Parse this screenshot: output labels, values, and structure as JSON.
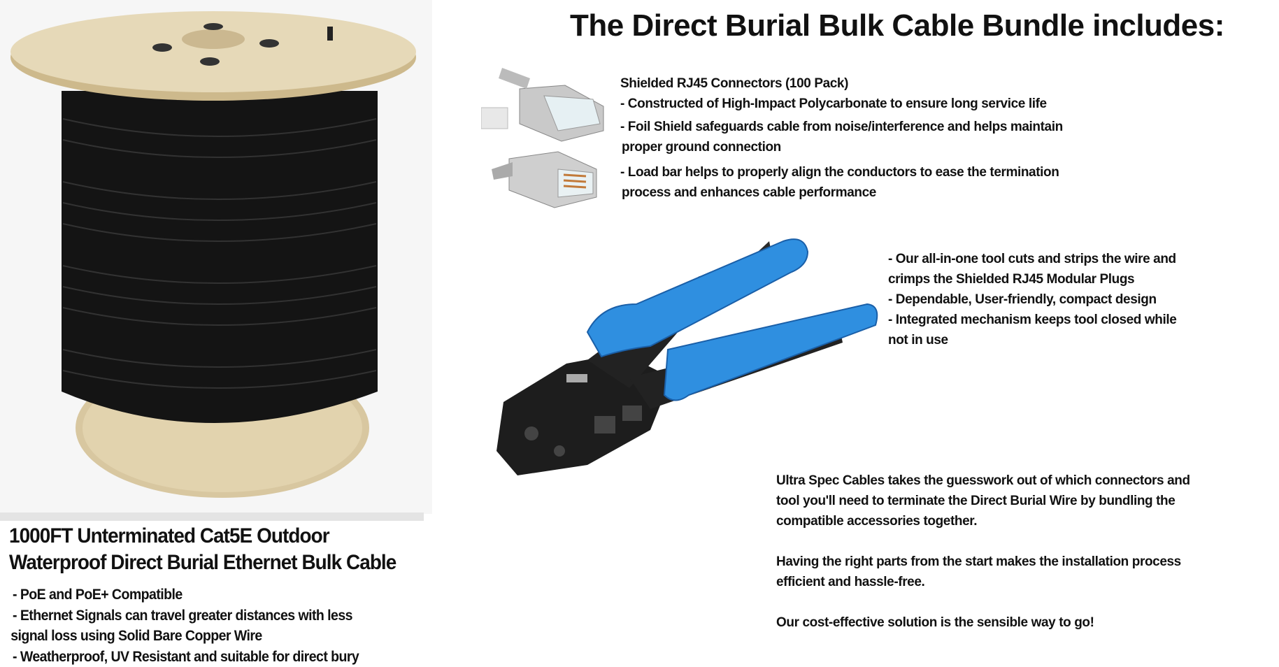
{
  "main_title": "The Direct Burial Bulk Cable Bundle includes:",
  "cable": {
    "title_lines": [
      "1000FT Unterminated Cat5E Outdoor",
      "Waterproof Direct Burial Ethernet Bulk Cable"
    ],
    "bullets": [
      "- PoE and PoE+ Compatible",
      "- Ethernet Signals can travel greater distances with less",
      "signal loss using Solid Bare Copper Wire",
      "- Weatherproof, UV Resistant and suitable for direct bury"
    ]
  },
  "connectors": {
    "heading": "Shielded RJ45 Connectors (100 Pack)",
    "lines": [
      "- Constructed of High-Impact Polycarbonate to ensure long service life",
      "- Foil Shield safeguards cable from noise/interference and helps maintain",
      "proper ground connection",
      "- Load bar helps to properly align the conductors to ease the termination",
      "process and enhances cable performance"
    ]
  },
  "tool": {
    "lines": [
      "- Our all-in-one tool cuts and strips the wire and",
      "crimps the Shielded RJ45 Modular Plugs",
      "- Dependable, User-friendly, compact design",
      "- Integrated mechanism keeps tool closed while",
      "not in use"
    ]
  },
  "summary": {
    "paragraph1": [
      "Ultra Spec Cables takes the guesswork out of which connectors and",
      "tool you'll need to terminate the Direct Burial Wire by bundling the",
      "compatible accessories together."
    ],
    "paragraph2": [
      "Having the right parts from the start makes the installation process",
      "efficient and hassle-free."
    ],
    "paragraph3": "Our cost-effective solution is the sensible way to go!"
  },
  "colors": {
    "tool_blue": "#2f8fe0",
    "spool_wood": "#d9c9a0",
    "cable_black": "#141414"
  }
}
